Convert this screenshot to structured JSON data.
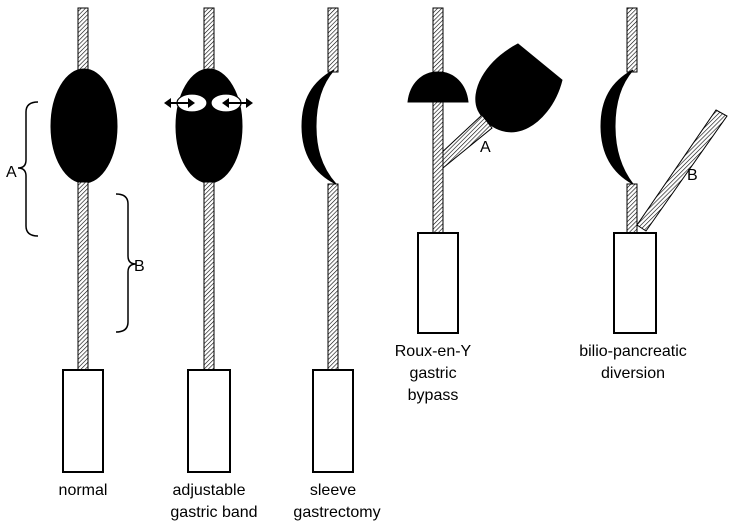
{
  "panels": [
    {
      "id": "normal",
      "caption": [
        "normal"
      ]
    },
    {
      "id": "adjustable-gastric-band",
      "caption": [
        "adjustable",
        "gastric band"
      ]
    },
    {
      "id": "sleeve-gastrectomy",
      "caption": [
        "sleeve",
        "gastrectomy"
      ]
    },
    {
      "id": "roux-en-y",
      "caption": [
        "Roux-en-Y",
        "gastric",
        "bypass"
      ]
    },
    {
      "id": "bilio-pancreatic",
      "caption": [
        "bilio-pancreatic",
        "diversion"
      ]
    }
  ],
  "labels": {
    "brace_a": "A",
    "brace_b": "B",
    "roux_a": "A",
    "bilio_b": "B"
  },
  "colors": {
    "fill": "#000000",
    "background": "#ffffff"
  },
  "icons": [
    "double-arrow-icon"
  ]
}
